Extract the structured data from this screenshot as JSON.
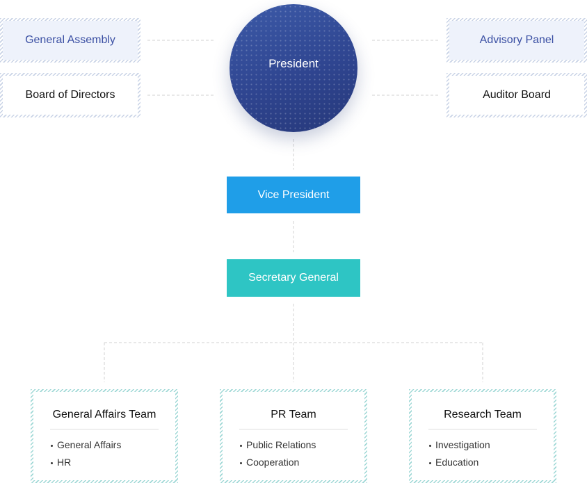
{
  "side_boxes": {
    "general_assembly": "General Assembly",
    "board_of_directors": "Board of Directors",
    "advisory_panel": "Advisory Panel",
    "auditor_board": "Auditor Board"
  },
  "president": "President",
  "vice_president": "Vice President",
  "secretary_general": "Secretary General",
  "teams": [
    {
      "title": "General Affairs Team",
      "items": [
        "General Affairs",
        "HR"
      ]
    },
    {
      "title": "PR Team",
      "items": [
        "Public Relations",
        "Cooperation"
      ]
    },
    {
      "title": "Research Team",
      "items": [
        "Investigation",
        "Education"
      ]
    }
  ],
  "colors": {
    "president_circle": "#2f4590",
    "vice_president": "#1f9ee8",
    "secretary_general": "#2ec5c4",
    "side_text_blue": "#3a4fa3",
    "connector": "#d0d0d0"
  }
}
